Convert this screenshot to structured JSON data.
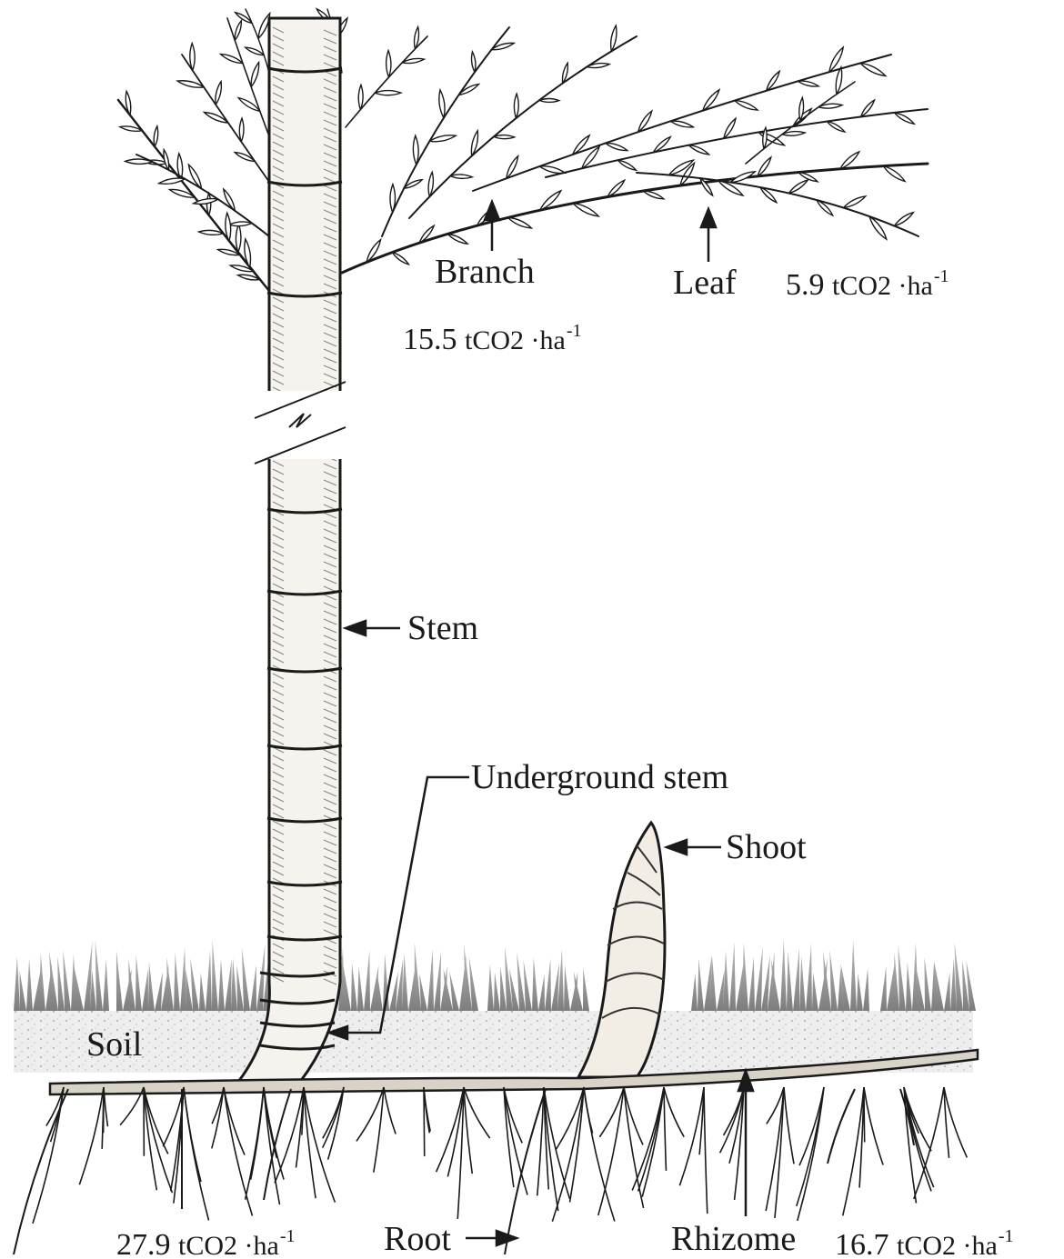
{
  "labels": {
    "branch": "Branch",
    "leaf": "Leaf",
    "stem": "Stem",
    "underground_stem": "Underground stem",
    "shoot": "Shoot",
    "soil": "Soil",
    "root": "Root",
    "rhizome": "Rhizome"
  },
  "values": {
    "branch_value": "15.5",
    "leaf_value": "5.9",
    "root_value": "27.9",
    "rhizome_value": "16.7",
    "unit": "tCO2 ·ha",
    "exponent": "-1"
  },
  "colors": {
    "ink": "#1a1a1a",
    "grass": "#8c8c8c",
    "soil": "#eeeeee",
    "stalk": "#f6f3ee"
  }
}
